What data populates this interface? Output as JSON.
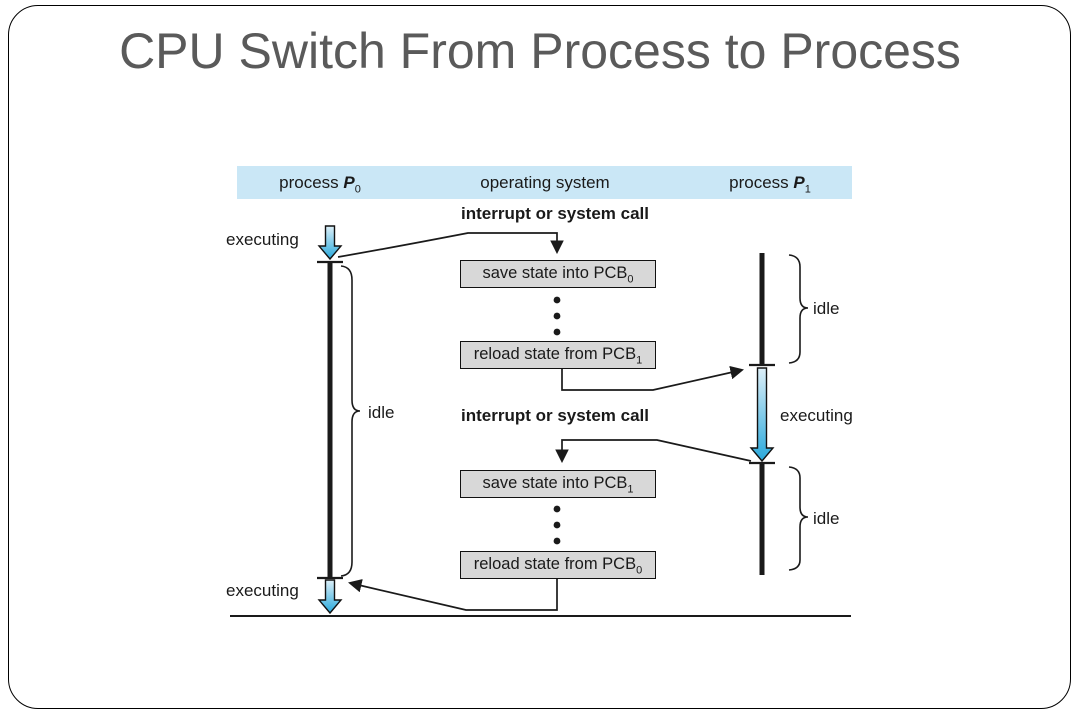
{
  "slide": {
    "title": "CPU Switch From Process to Process",
    "title_color": "#5a5a5a"
  },
  "diagram": {
    "header": {
      "p0": {
        "prefix": "process ",
        "var": "P",
        "sub": "0"
      },
      "os": "operating system",
      "p1": {
        "prefix": "process ",
        "var": "P",
        "sub": "1"
      },
      "bg_color": "#cae7f6"
    },
    "labels": {
      "interrupt_top": "interrupt or system call",
      "interrupt_mid": "interrupt or system call",
      "executing_p0_top": "executing",
      "executing_p0_bottom": "executing",
      "executing_p1": "executing",
      "idle_p0": "idle",
      "idle_p1_top": "idle",
      "idle_p1_bottom": "idle"
    },
    "boxes": [
      {
        "text": "save state into PCB",
        "sub": "0"
      },
      {
        "text": "reload state from PCB",
        "sub": "1"
      },
      {
        "text": "save state into PCB",
        "sub": "1"
      },
      {
        "text": "reload state from PCB",
        "sub": "0"
      }
    ],
    "colors": {
      "box_bg": "#d8d8d8",
      "line": "#1a1a1a",
      "arrow_gradient_top": "#ddeff8",
      "arrow_gradient_bottom": "#29a9dc"
    }
  }
}
